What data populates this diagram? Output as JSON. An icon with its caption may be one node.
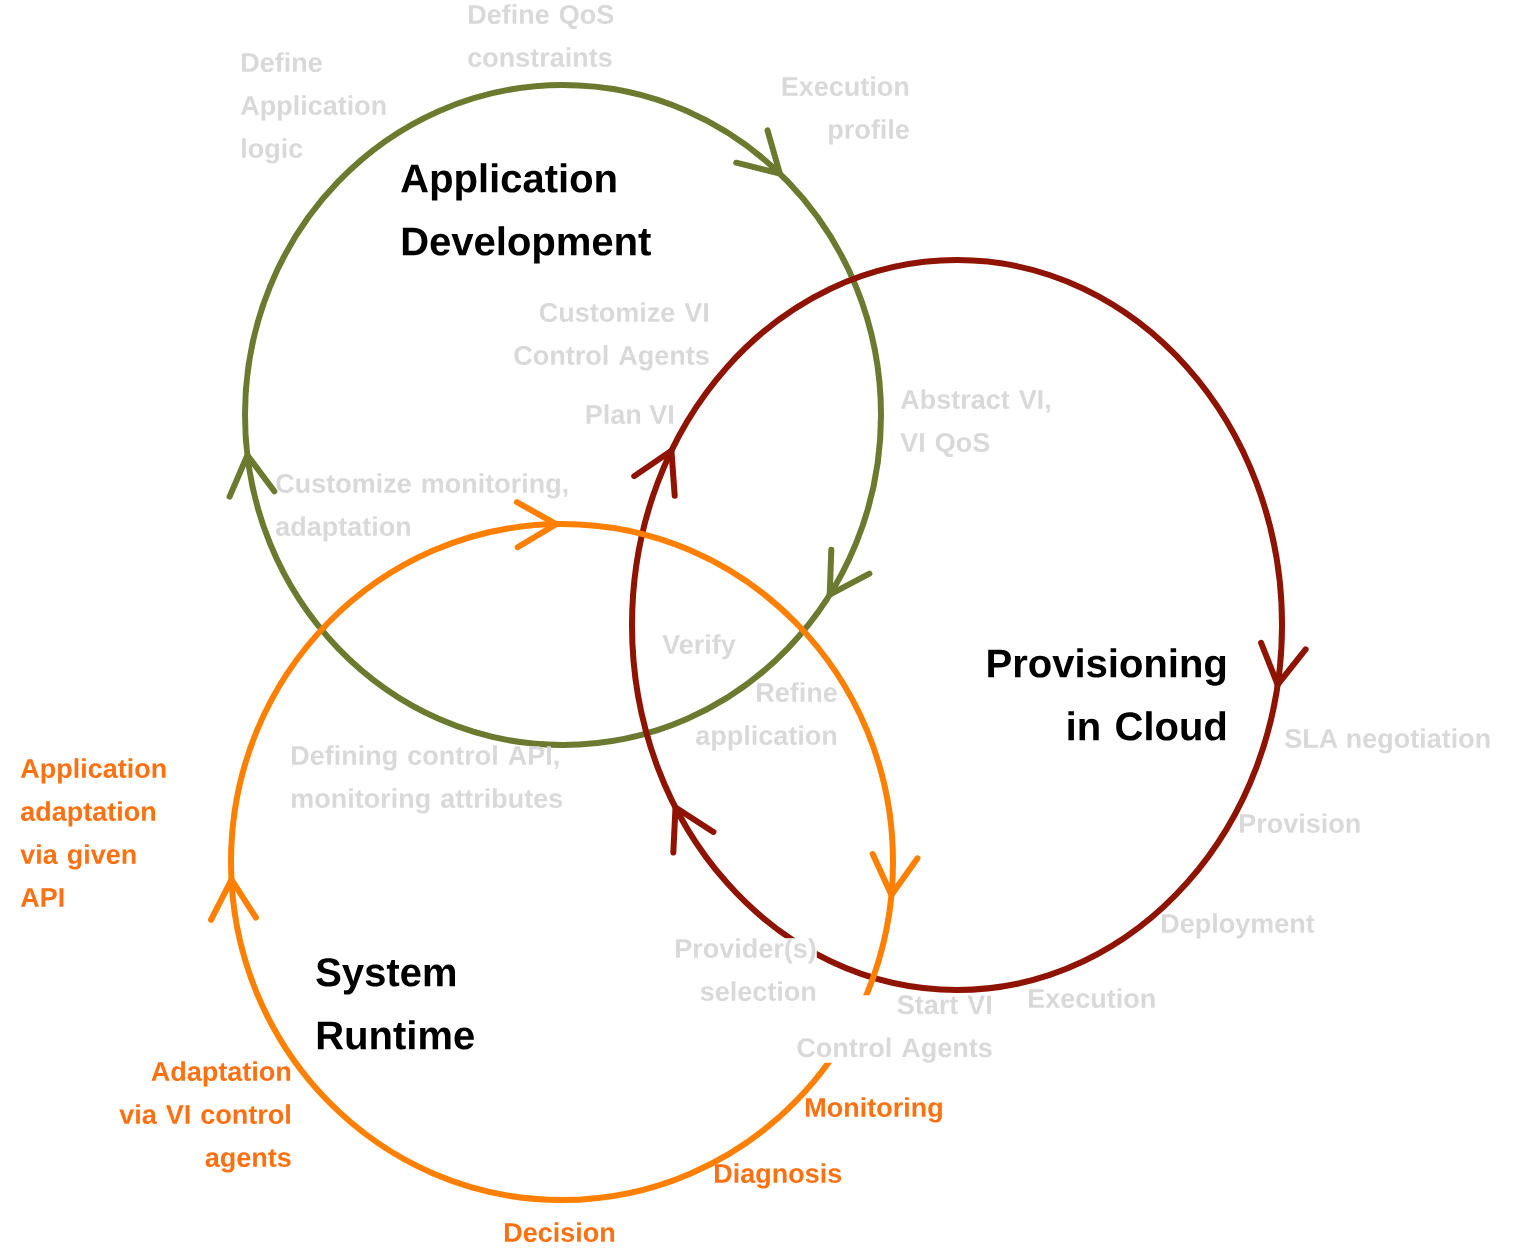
{
  "diagram": {
    "nodes": [
      {
        "text": [
          "Application Development"
        ]
      },
      {
        "text": [
          "Provisioning in Cloud"
        ]
      },
      {
        "text": [
          "System Runtime"
        ]
      }
    ],
    "labels": [
      "Define QoS constraints",
      "Define Application logic",
      "Execution profile",
      "Customize VI Control Agents",
      "Plan VI",
      "Abstract VI, VI QoS",
      "Customize monitoring, adaptation",
      "Verify",
      "Refine application",
      "Defining control API, monitoring attributes",
      "Application adaptation via given API",
      "SLA negotiation",
      "Provision",
      "Provider(s) selection",
      "Deployment",
      "Start VI Control Agents",
      "Execution",
      "Adaptation via VI control agents",
      "Monitoring",
      "Diagnosis",
      "Decision"
    ]
  }
}
